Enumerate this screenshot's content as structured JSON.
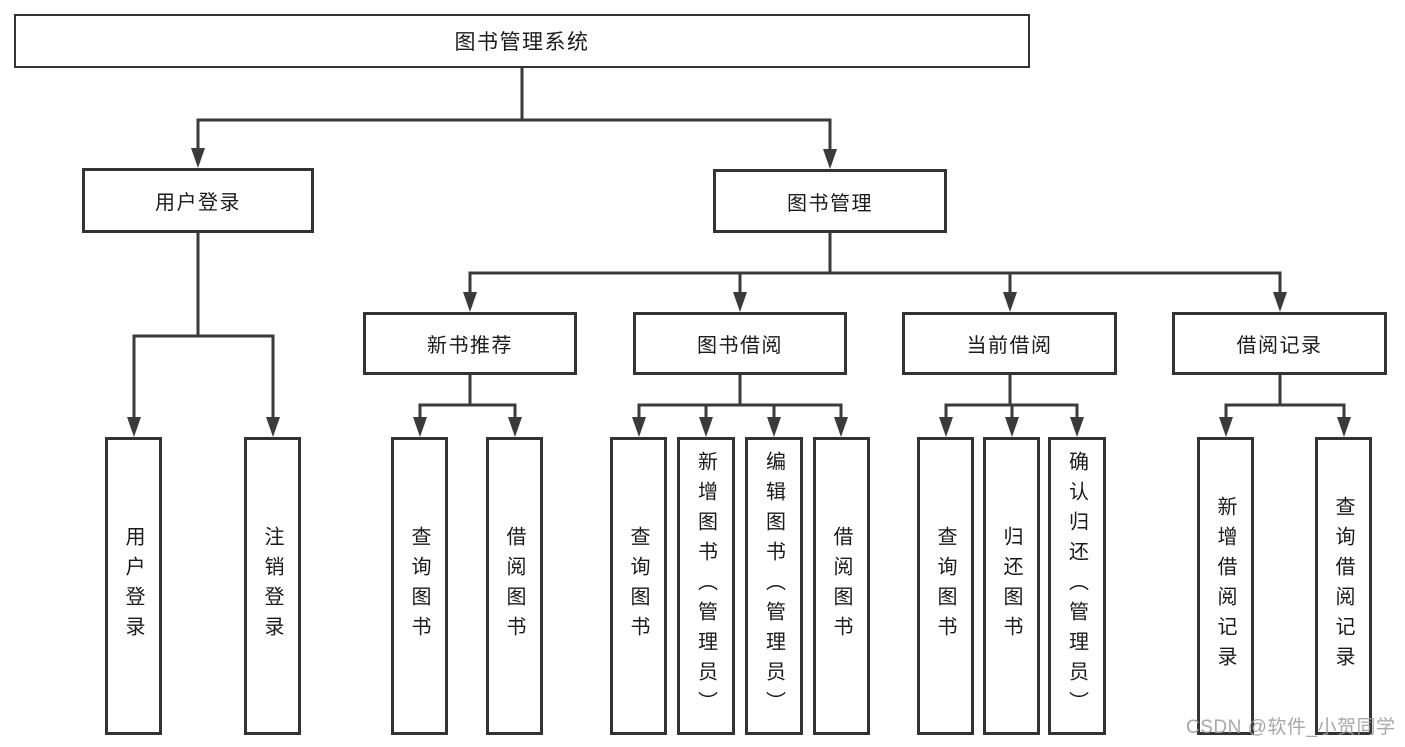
{
  "diagram_title": "图书管理系统",
  "tree": {
    "label": "图书管理系统",
    "children": [
      {
        "label": "用户登录",
        "children": [
          {
            "label": "用户登录"
          },
          {
            "label": "注销登录"
          }
        ]
      },
      {
        "label": "图书管理",
        "children": [
          {
            "label": "新书推荐",
            "children": [
              {
                "label": "查询图书"
              },
              {
                "label": "借阅图书"
              }
            ]
          },
          {
            "label": "图书借阅",
            "children": [
              {
                "label": "查询图书"
              },
              {
                "label": "新增图书（管理员）"
              },
              {
                "label": "编辑图书（管理员）"
              },
              {
                "label": "借阅图书"
              }
            ]
          },
          {
            "label": "当前借阅",
            "children": [
              {
                "label": "查询图书"
              },
              {
                "label": "归还图书"
              },
              {
                "label": "确认归还（管理员）"
              }
            ]
          },
          {
            "label": "借阅记录",
            "children": [
              {
                "label": "新增借阅记录"
              },
              {
                "label": "查询借阅记录"
              }
            ]
          }
        ]
      }
    ]
  },
  "watermark": {
    "text": "CSDN @软件_小贺同学"
  },
  "colors": {
    "line": "#3a3a3a",
    "box_border": "#333333",
    "text": "#1a1a1a",
    "watermark": "#9e9e9e",
    "background": "#ffffff"
  }
}
